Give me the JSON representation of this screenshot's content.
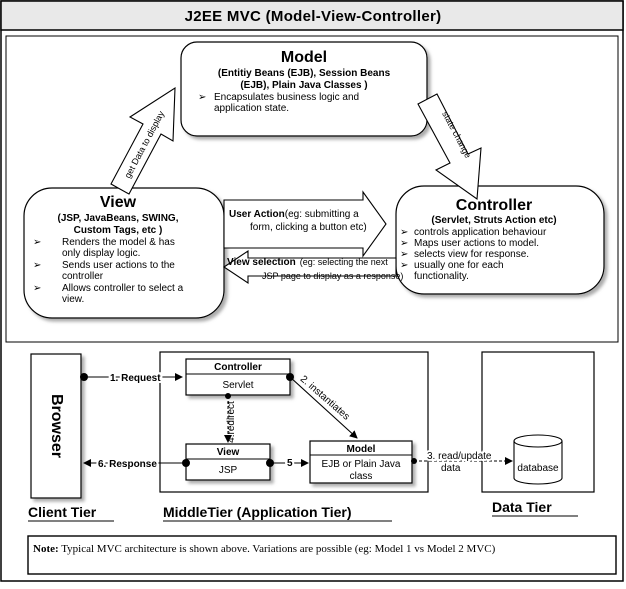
{
  "title": "J2EE MVC (Model-View-Controller)",
  "model": {
    "heading": "Model",
    "line1": "(Entitiy Beans (EJB), Session Beans",
    "line2": "(EJB), Plain Java Classes )",
    "bullets": [
      "Encapsulates business logic and",
      "application state."
    ]
  },
  "view": {
    "heading": "View",
    "line1": "(JSP, JavaBeans, SWING,",
    "line2": "Custom Tags, etc )",
    "bullets": [
      [
        "Renders the model & has",
        "only display logic."
      ],
      [
        "Sends user actions to the",
        "controller"
      ],
      [
        "Allows controller to select a",
        "view."
      ]
    ]
  },
  "controller": {
    "heading": "Controller",
    "line1": "(Servlet, Struts Action etc)",
    "bullets": [
      [
        "controls application behaviour"
      ],
      [
        "Maps user actions to model."
      ],
      [
        "selects view for response."
      ],
      [
        "usually one for each",
        "functionality."
      ]
    ]
  },
  "arrows": {
    "get_data": "get Data to display",
    "state_change": "state change",
    "user_action_bold": "User Action",
    "user_action_rest": "(eg: submitting a",
    "user_action_line2": "form, clicking a button etc)",
    "view_selection_bold": "View selection",
    "view_selection_rest": "(eg: selecting the next",
    "view_selection_line2": "JSP page to display as a response)"
  },
  "tiers": {
    "browser": "Browser",
    "controller_head": "Controller",
    "controller_sub": "Servlet",
    "view_head": "View",
    "view_sub": "JSP",
    "model_head": "Model",
    "model_sub1": "EJB or  Plain Java",
    "model_sub2": "class",
    "database": "database",
    "step1": "1. Request",
    "step2": "2. instantiates",
    "step3a": "3. read/update",
    "step3b": "data",
    "step4": "4.redirect",
    "step5": "5",
    "step6": "6. Response",
    "client_tier": "Client Tier",
    "middle_tier": "MiddleTier (Application Tier)",
    "data_tier": "Data  Tier"
  },
  "note": {
    "label": "Note:",
    "text": " Typical MVC architecture is shown above. Variations are possible (eg: Model 1 vs Model 2 MVC)"
  }
}
